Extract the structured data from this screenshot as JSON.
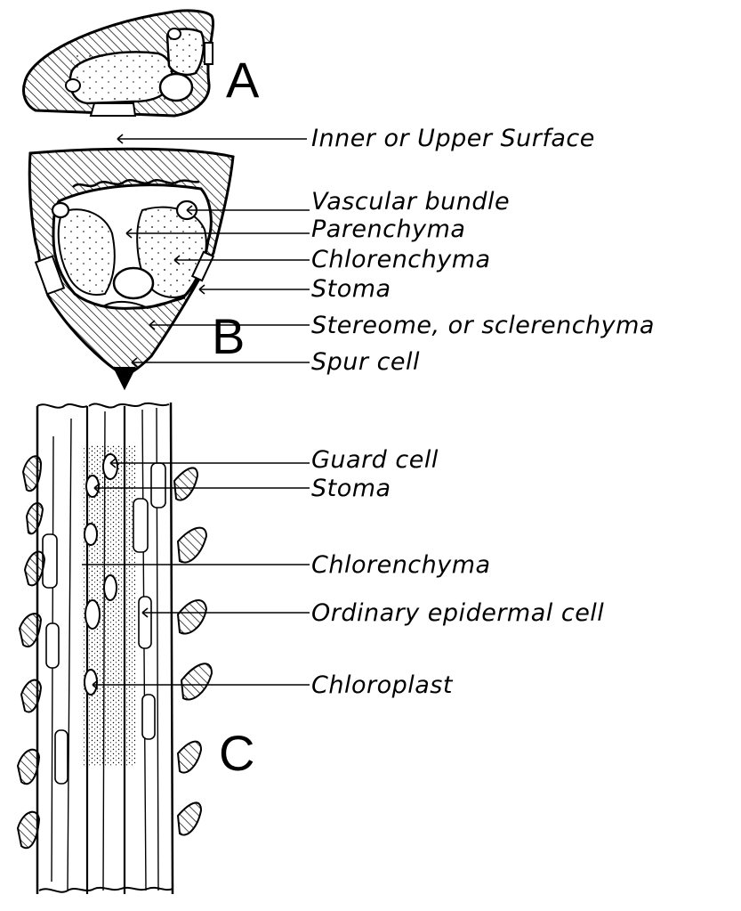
{
  "figure_letters": {
    "a": "A",
    "b": "B",
    "c": "C"
  },
  "labels_b": {
    "surface": "Inner or Upper Surface",
    "vascular": "Vascular bundle",
    "parenchyma": "Parenchyma",
    "chlorenchyma": "Chlorenchyma",
    "stoma": "Stoma",
    "stereome": "Stereome, or sclerenchyma",
    "spur": "Spur cell"
  },
  "labels_c": {
    "guard": "Guard cell",
    "stoma": "Stoma",
    "chlorenchyma": "Chlorenchyma",
    "epidermal": "Ordinary epidermal cell",
    "chloroplast": "Chloroplast"
  }
}
